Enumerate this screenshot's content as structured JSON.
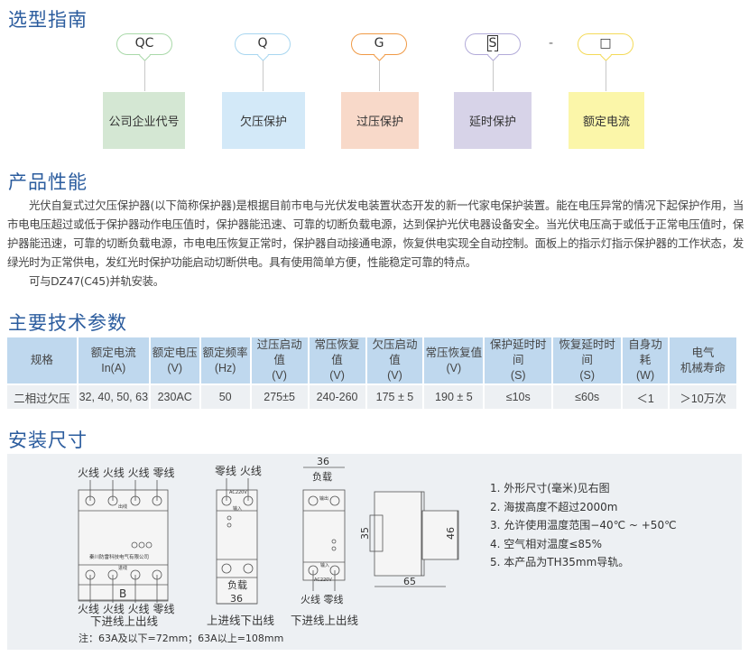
{
  "selection_guide": {
    "title": "选型指南",
    "codes": [
      "QC",
      "Q",
      "G",
      "S",
      "□"
    ],
    "dash": "-",
    "labels": [
      "公司企业代号",
      "欠压保护",
      "过压保护",
      "延时保护",
      "额定电流"
    ],
    "colors": {
      "bubble_borders": [
        "#a9d9a9",
        "#a8d6f0",
        "#f09a46",
        "#b2abd9",
        "#f4da58"
      ],
      "boxes": [
        "#d4e7d3",
        "#d3e9f8",
        "#f8d9c9",
        "#d7d3e8",
        "#fbf6a9"
      ]
    }
  },
  "performance": {
    "title": "产品性能",
    "paragraphs": [
      "光伏自复式过欠压保护器(以下简称保护器)是根据目前市电与光伏发电装置状态开发的新一代家电保护装置。能在电压异常的情况下起保护作用，当市电电压超过或低于保护器动作电压值时，保护器能迅速、可靠的切断负载电源，达到保护光伏电器设备安全。当光伏电压高于或低于正常电压值时，保护器能迅速，可靠的切断负载电源，市电电压恢复正常时，保护器自动接通电源，恢复供电实现全自动控制。面板上的指示灯指示保护器的工作状态，发绿光时为正常供电，发红光时保护功能启动切断供电。具有使用简单方便，性能稳定可靠的特点。",
      "可与DZ47(C45)并轨安装。"
    ]
  },
  "specs": {
    "title": "主要技术参数",
    "headers": [
      [
        "规格",
        ""
      ],
      [
        "额定电流",
        "In(A)"
      ],
      [
        "额定电压",
        "(V)"
      ],
      [
        "额定频率",
        "(Hz)"
      ],
      [
        "过压启动值",
        "(V)"
      ],
      [
        "常压恢复值",
        "(V)"
      ],
      [
        "欠压启动值",
        "(V)"
      ],
      [
        "常压恢复值",
        "(V)"
      ],
      [
        "保护延时时间",
        "(S)"
      ],
      [
        "恢复延时时间",
        "(S)"
      ],
      [
        "自身功耗",
        "(W)"
      ],
      [
        "电气",
        "机械寿命"
      ]
    ],
    "rows": [
      [
        "二相过欠压",
        "32, 40, 50, 63",
        "230AC",
        "50",
        "275±5",
        "240-260",
        "175 ± 5",
        "190 ± 5",
        "≤10s",
        "≤60s",
        "＜1",
        "＞10万次"
      ]
    ]
  },
  "install": {
    "title": "安装尺寸",
    "d1": {
      "top": "火线 火线 火线 零线",
      "bottom": "火线 火线 火线 零线",
      "dim": "B",
      "company": "秦川防雷科技电气有限公司",
      "out": "出线",
      "in": "进线",
      "caption": "下进线上出线"
    },
    "d2": {
      "top": "零线 火线",
      "ac": "AC220V",
      "in": "输入",
      "load": "负载",
      "dim": "36",
      "caption": "上进线下出线"
    },
    "d3": {
      "dim": "36",
      "load": "负载",
      "out": "输出",
      "ac": "AC220V",
      "in": "输入",
      "bottom": "火线  零线",
      "caption": "下进线上出线"
    },
    "side": {
      "d35": "35",
      "d46": "46",
      "d65": "65"
    },
    "note": "注：63A及以下=72mm；63A以上=108mm",
    "notes": [
      "1. 外形尺寸(毫米)见右图",
      "2. 海拔高度不超过2000m",
      "3. 允许使用温度范围−40℃ ~ +50℃",
      "4. 空气相对温度≤85%",
      "5. 本产品为TH35mm导轨。"
    ]
  }
}
